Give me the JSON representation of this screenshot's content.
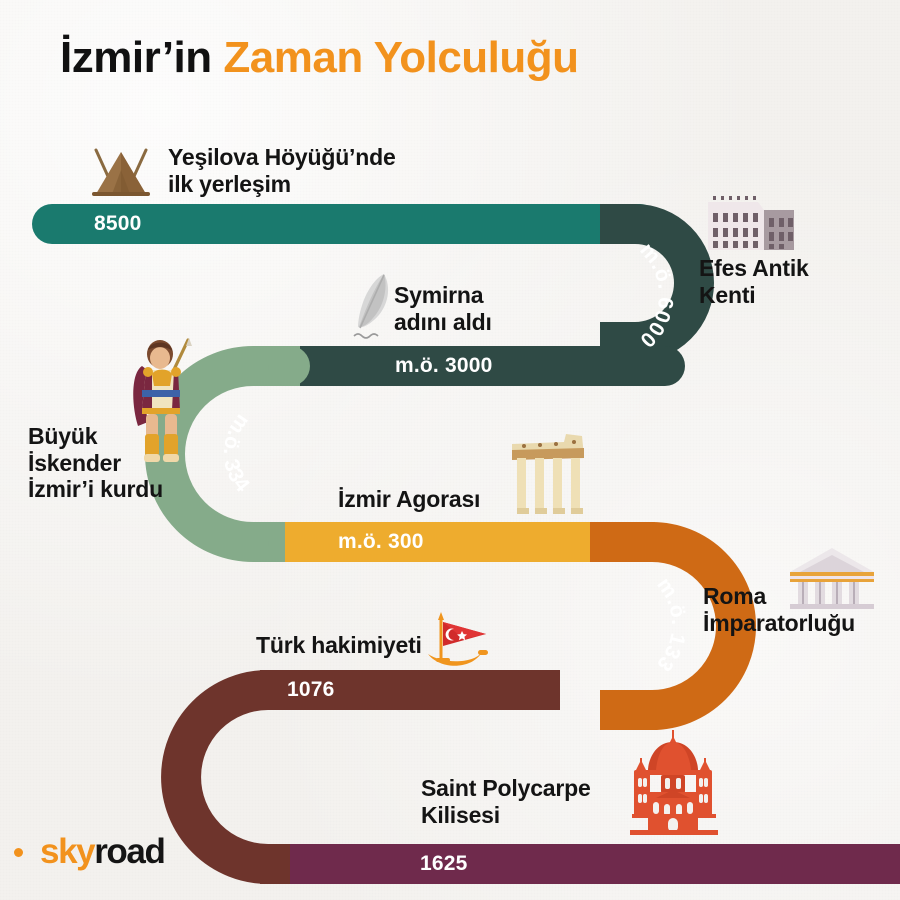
{
  "title": {
    "part1": "İzmir’in",
    "part2": "Zaman Yolculuğu"
  },
  "logo": {
    "part1": "sky",
    "part2": "road"
  },
  "colors": {
    "background": "#f3f1ee",
    "title_black": "#111111",
    "title_orange": "#f2921d",
    "teal": "#1a7a6e",
    "dark_teal": "#2f4a45",
    "sage": "#85ab8a",
    "amber": "#eeac2e",
    "orange": "#cf6a15",
    "brown": "#6e342c",
    "purple": "#6f2a4c"
  },
  "chart_data": {
    "type": "timeline",
    "title": "İzmir’in Zaman Yolculuğu",
    "orientation": "serpentine-left-to-right",
    "events": [
      {
        "value": "8500",
        "label": "Yeşilova Höyüğü’nde ilk yerleşim",
        "color": "#1a7a6e",
        "icon": "tent-icon",
        "segment": "row1-straight"
      },
      {
        "value": "m.ö. 6000",
        "label": "Efes Antik Kenti",
        "color": "#2f4a45",
        "icon": "colosseum-icon",
        "segment": "turn1-right"
      },
      {
        "value": "m.ö. 3000",
        "label": "Symirna adını aldı",
        "color": "#2f4a45",
        "icon": "feather-icon",
        "segment": "row2-straight"
      },
      {
        "value": "m.ö. 334",
        "label": "Büyük İskender İzmir’i kurdu",
        "color": "#85ab8a",
        "icon": "soldier-icon",
        "segment": "turn2-left"
      },
      {
        "value": "m.ö. 300",
        "label": "İzmir Agorası",
        "color": "#eeac2e",
        "icon": "columns-icon",
        "segment": "row3-straight"
      },
      {
        "value": "m.ö. 133",
        "label": "Roma İmparatorluğu",
        "color": "#cf6a15",
        "icon": "temple-icon",
        "segment": "turn3-right"
      },
      {
        "value": "1076",
        "label": "Türk hakimiyeti",
        "color": "#6e342c",
        "icon": "ottoman-flag-sword-icon",
        "segment": "row4-straight"
      },
      {
        "value": "1625",
        "label": "Saint Polycarpe Kilisesi",
        "color": "#6f2a4c",
        "icon": "church-icon",
        "segment": "row5-straight"
      }
    ],
    "labels": {
      "e0_line1": "Yeşilova Höyüğü’nde",
      "e0_line2": "ilk yerleşim",
      "e1_line1": "Efes Antik",
      "e1_line2": "Kenti",
      "e2_line1": "Symirna",
      "e2_line2": "adını aldı",
      "e3_line1": "Büyük",
      "e3_line2": "İskender",
      "e3_line3": "İzmir’i kurdu",
      "e4_line1": "İzmir Agorası",
      "e5_line1": "Roma",
      "e5_line2": "İmparatorluğu",
      "e6_line1": "Türk hakimiyeti",
      "e7_line1": "Saint Polycarpe",
      "e7_line2": "Kilisesi"
    }
  }
}
